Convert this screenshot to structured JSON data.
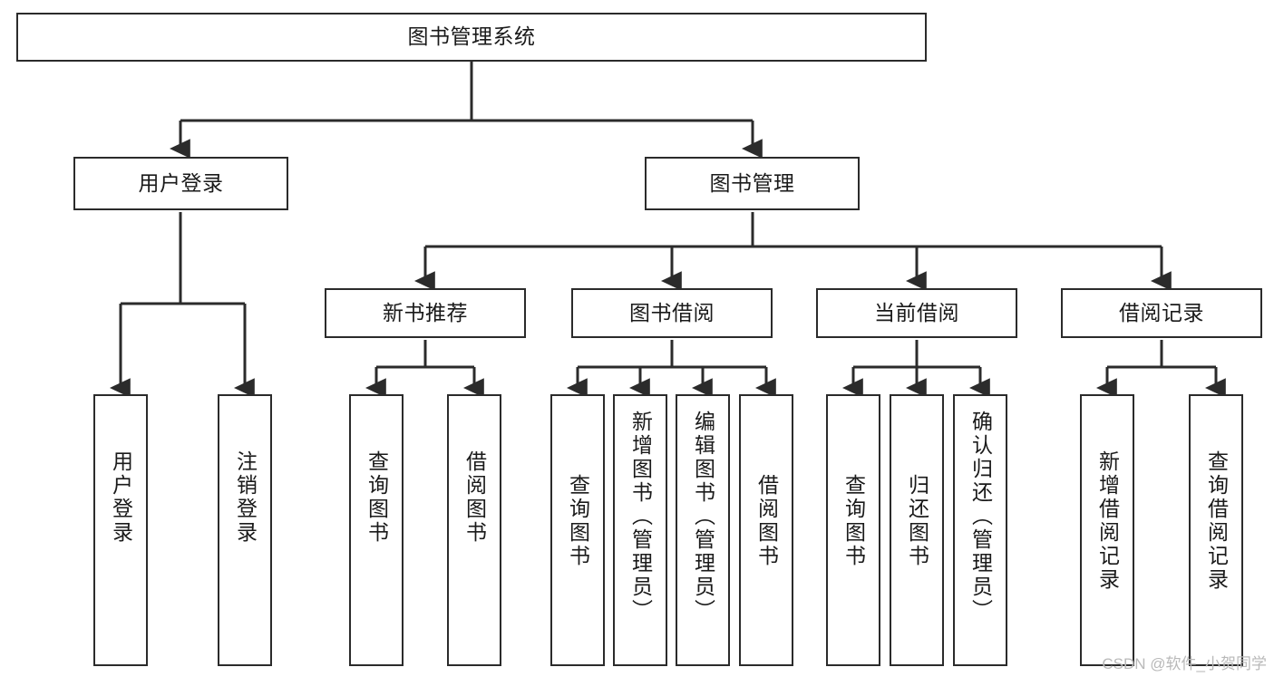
{
  "diagram": {
    "title": "图书管理系统",
    "type": "tree",
    "watermark": "CSDN @软件_小贺同学",
    "colors": {
      "box_border": "#2b2b2b",
      "box_fill": "#ffffff",
      "edge": "#2b2b2b",
      "text": "#1a1a1a",
      "watermark": "#b9b9b9"
    },
    "root": {
      "label": "图书管理系统"
    },
    "level2": [
      {
        "label": "用户登录"
      },
      {
        "label": "图书管理"
      }
    ],
    "level3": [
      {
        "label": "新书推荐"
      },
      {
        "label": "图书借阅"
      },
      {
        "label": "当前借阅"
      },
      {
        "label": "借阅记录"
      }
    ],
    "leaves": {
      "user_login": [
        {
          "label": "用户登录"
        },
        {
          "label": "注销登录"
        }
      ],
      "new_book_recommend": [
        {
          "label": "查询图书"
        },
        {
          "label": "借阅图书"
        }
      ],
      "book_borrow": [
        {
          "label": "查询图书"
        },
        {
          "label": "新增图书（管理员）"
        },
        {
          "label": "编辑图书（管理员）"
        },
        {
          "label": "借阅图书"
        }
      ],
      "current_borrow": [
        {
          "label": "查询图书"
        },
        {
          "label": "归还图书"
        },
        {
          "label": "确认归还（管理员）"
        }
      ],
      "borrow_record": [
        {
          "label": "新增借阅记录"
        },
        {
          "label": "查询借阅记录"
        }
      ]
    }
  }
}
